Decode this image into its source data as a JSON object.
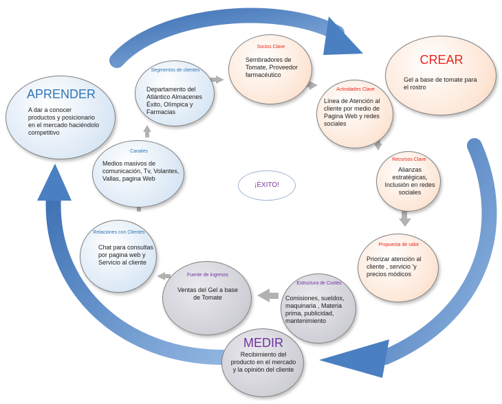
{
  "center": {
    "label": "¡ÉXITO!"
  },
  "phases": {
    "aprender": {
      "title": "APRENDER",
      "body": "A dar a conocer productos y posicionario en el mercado haciéndolo competitivo"
    },
    "crear": {
      "title": "CREAR",
      "body": "Gel a base de tomate para el rostro"
    },
    "medir": {
      "title": "MEDIR",
      "body": "Recibimiento del producto en el mercado y la opinión del cliente"
    }
  },
  "blocks": {
    "socios": {
      "title": "Socios Clave",
      "body": "Sembradores de Tomate, Proveedor farmacéutico"
    },
    "actividades": {
      "title": "Actividades Clave",
      "body": "Línea de Atención al cliente por medio de Pagina Web y redes sociales"
    },
    "recursos": {
      "title": "Recursos Clave",
      "body": "Alianzas estratégicas, Inclusión en redes sociales"
    },
    "propuesta": {
      "title": "Propuesta de valor",
      "body": "Priorizar atención al cliente , servicio 'y precios módicos"
    },
    "estructura": {
      "title": "Estructura de Costes",
      "body": "Comisiones, sueldos, maquinaria , Materia prima, publicidad, mantenimiento"
    },
    "fuente": {
      "title": "Fuente de ingresos",
      "body": "Ventas del Gel a base de Tomate"
    },
    "relaciones": {
      "title": "Relaciones con Clientes",
      "body": "Chat para consultas por pagina web y Servicio al cliente"
    },
    "canales": {
      "title": "Canales",
      "body": "Medios masivos de comunicación, Tv, Volantes, Vallas, pagina Web"
    },
    "segmentos": {
      "title": "Segmentos de clientes",
      "body": "Departamento del Atlántico Almacenes Éxito, Olímpica y Farmacias"
    }
  },
  "colors": {
    "blue_title": "#2e75b6",
    "red_title": "#e8251b",
    "purple_title": "#7030a0",
    "arrow_blue": "#4a7fc1",
    "small_arrow_gray": "#a6a6a6"
  }
}
